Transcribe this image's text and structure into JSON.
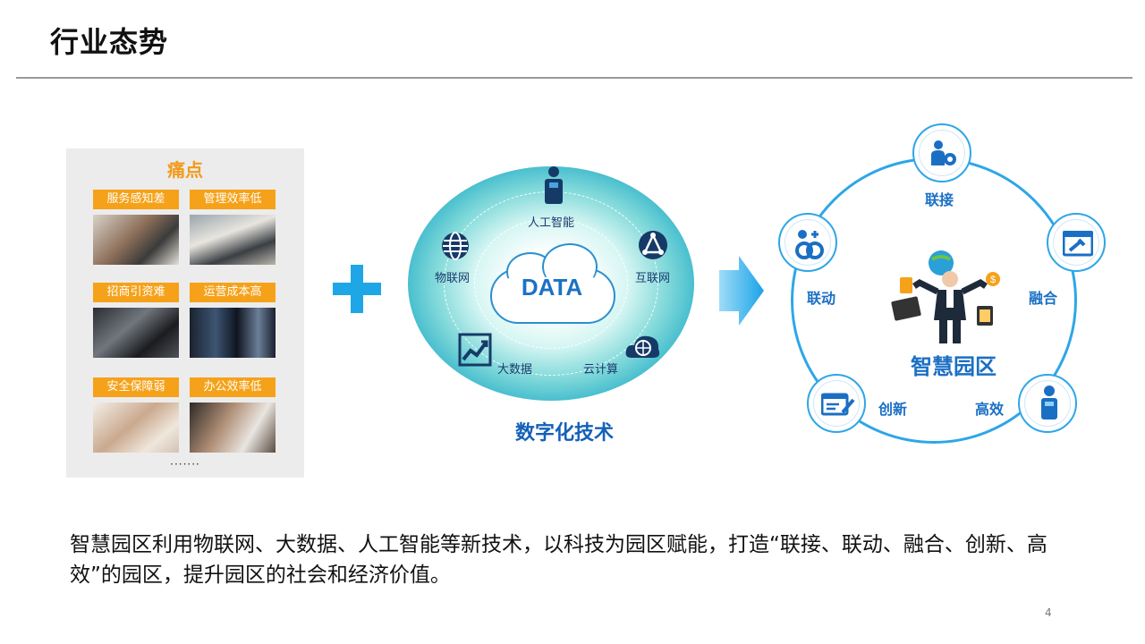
{
  "slide": {
    "title": "行业态势",
    "page_number": "4",
    "body": "智慧园区利用物联网、大数据、人工智能等新技术，以科技为园区赋能，打造“联接、联动、融合、创新、高效”的园区，提升园区的社会和经济价值。"
  },
  "pain_points": {
    "title": "痛点",
    "items": [
      {
        "label": "服务感知差",
        "photo": "people-meeting-photo"
      },
      {
        "label": "管理效率低",
        "photo": "conference-room-photo"
      },
      {
        "label": "招商引资难",
        "photo": "laptop-typing-photo"
      },
      {
        "label": "运营成本高",
        "photo": "server-room-photo"
      },
      {
        "label": "安全保障弱",
        "photo": "hands-document-photo"
      },
      {
        "label": "办公效率低",
        "photo": "stressed-worker-photo"
      }
    ],
    "more": "·······"
  },
  "tech": {
    "center": "DATA",
    "caption": "数字化技术",
    "items": [
      {
        "label": "人工智能",
        "icon": "robot-icon"
      },
      {
        "label": "物联网",
        "icon": "globe-icon"
      },
      {
        "label": "互联网",
        "icon": "network-icon"
      },
      {
        "label": "大数据",
        "icon": "chart-icon"
      },
      {
        "label": "云计算",
        "icon": "cloud-globe-icon"
      }
    ]
  },
  "park": {
    "center": "智慧园区",
    "nodes": [
      {
        "label": "联接",
        "icon": "person-gear-icon"
      },
      {
        "label": "融合",
        "icon": "window-tools-icon"
      },
      {
        "label": "高效",
        "icon": "robot-icon"
      },
      {
        "label": "创新",
        "icon": "card-pen-icon"
      },
      {
        "label": "联动",
        "icon": "linked-people-icon"
      }
    ]
  },
  "colors": {
    "orange": "#f5a21a",
    "blue": "#1fa6e6",
    "dark_blue": "#1560b8"
  }
}
